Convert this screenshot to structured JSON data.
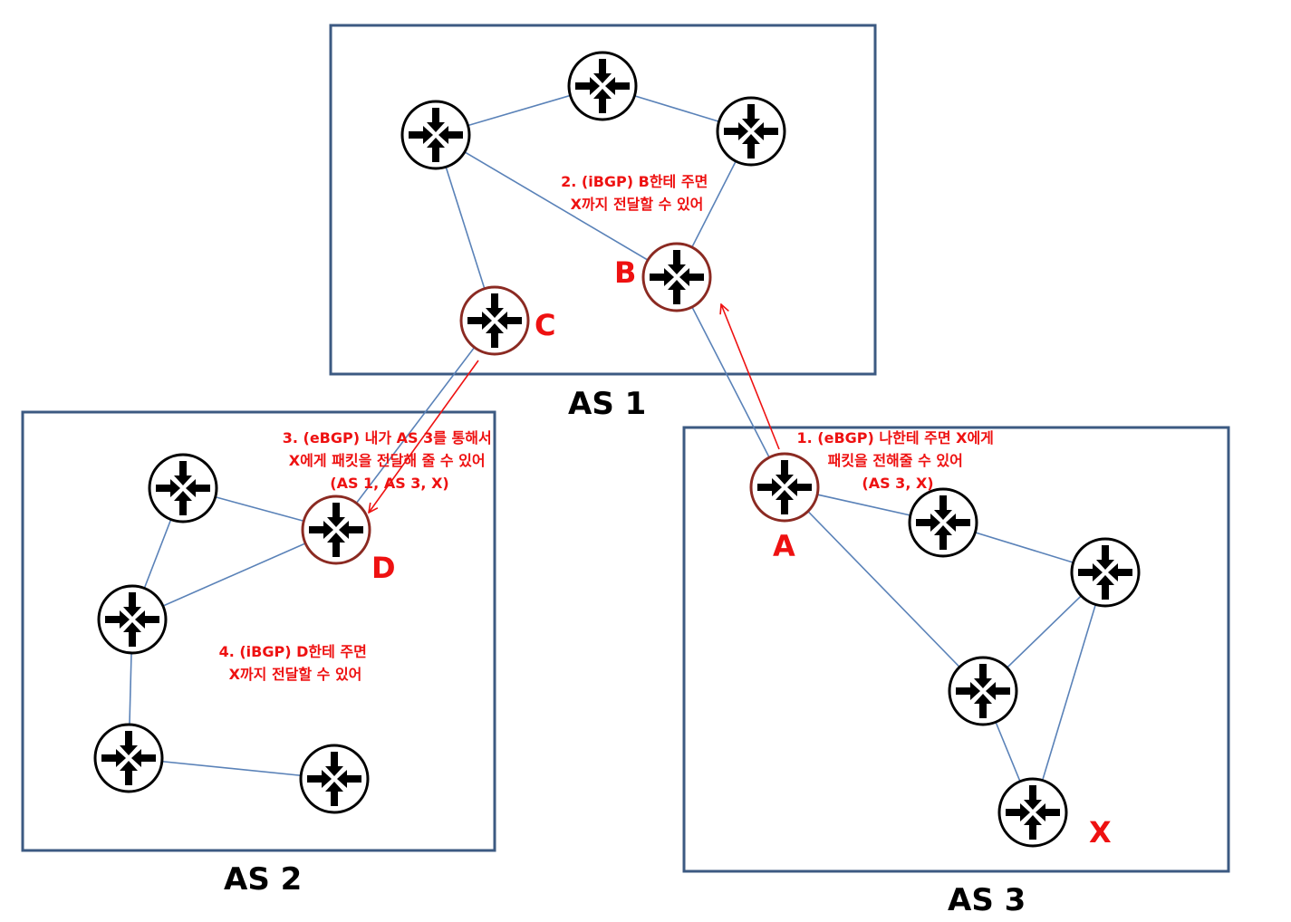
{
  "as_labels": {
    "as1": "AS 1",
    "as2": "AS 2",
    "as3": "AS 3"
  },
  "router_labels": {
    "a": "A",
    "b": "B",
    "c": "C",
    "d": "D",
    "x": "X"
  },
  "annotations": {
    "step1": [
      "1. (eBGP) 나한테 주면 X에게",
      "패킷을 전해줄 수 있어",
      "(AS 3, X)"
    ],
    "step2": [
      "2. (iBGP) B한테 주면",
      "X까지 전달할 수 있어"
    ],
    "step3": [
      "3. (eBGP) 내가 AS 3를 통해서",
      "X에게 패킷을 전달해 줄 수 있어",
      "(AS 1, AS 3, X)"
    ],
    "step4": [
      "4. (iBGP) D한테 주면",
      "X까지 전달할 수 있어"
    ]
  },
  "colors": {
    "as_border": "#3c5a82",
    "link": "#5a82b8",
    "border_router": "#8b2a22",
    "internal_router": "#000000",
    "annotation": "#ee1111"
  },
  "icons": {
    "router": "router-icon"
  }
}
